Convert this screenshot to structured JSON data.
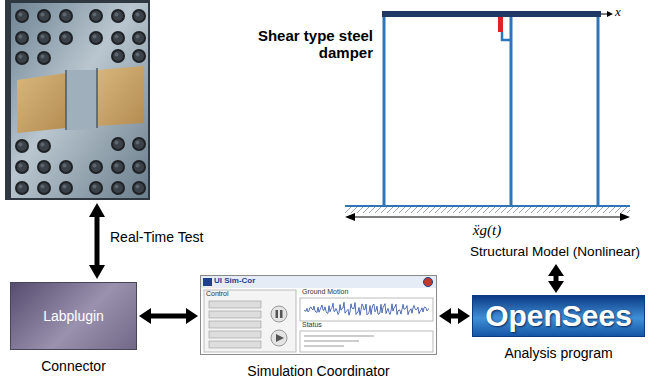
{
  "diagram": {
    "nodes": [
      {
        "text": [
          "Structural Model (Nonlinear)"
        ]
      },
      {
        "text": [
          "Labplugin",
          "Connector"
        ]
      },
      {
        "text": [
          "UI Sim-Cor",
          "Control",
          "Ground Motion",
          "Status",
          "Simulation Coordinator"
        ]
      },
      {
        "text": [
          "OpenSees",
          "Analysis program"
        ]
      }
    ],
    "edges": [
      {
        "from": 1,
        "to": 2,
        "arrow": "both"
      },
      {
        "from": 2,
        "to": 3,
        "arrow": "both"
      },
      {
        "from": 3,
        "to": 0,
        "arrow": "both"
      }
    ],
    "labels": [
      "Real-Time Test",
      "Shear type steel damper",
      "x",
      "ẍg(t)"
    ]
  }
}
